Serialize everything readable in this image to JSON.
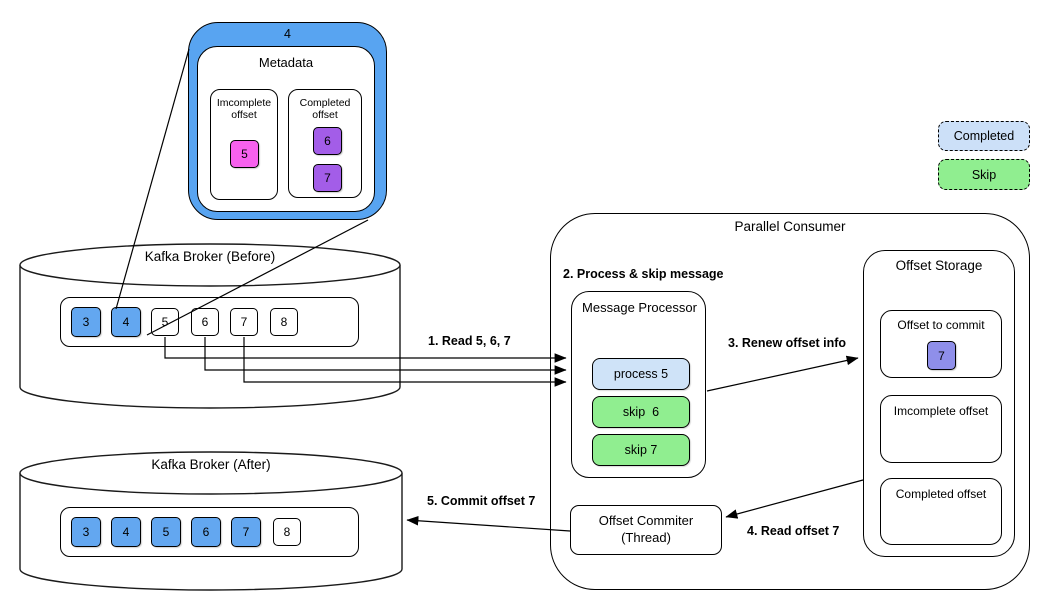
{
  "colors": {
    "callout_blue": "#58a4f1",
    "message_blue": "#63a7f0",
    "incomplete_pink": "#f761ee",
    "completed_purple": "#a35de8",
    "commit_periwinkle": "#8f8fea",
    "process_light_blue": "#cfe3f8",
    "skip_green": "#90ee90",
    "legend_completed_blue": "#cce0f8"
  },
  "metadata_callout": {
    "partition_label": "4",
    "title": "Metadata",
    "incomplete_box": {
      "title": "Imcomplete offset",
      "items": [
        "5"
      ]
    },
    "completed_box": {
      "title": "Completed offset",
      "items": [
        "6",
        "7"
      ]
    }
  },
  "broker_before": {
    "title": "Kafka Broker (Before)",
    "messages": [
      {
        "label": "3",
        "state": "completed"
      },
      {
        "label": "4",
        "state": "completed"
      },
      {
        "label": "5",
        "state": "pending"
      },
      {
        "label": "6",
        "state": "pending"
      },
      {
        "label": "7",
        "state": "pending"
      },
      {
        "label": "8",
        "state": "pending"
      }
    ]
  },
  "broker_after": {
    "title": "Kafka Broker (After)",
    "messages": [
      {
        "label": "3",
        "state": "completed"
      },
      {
        "label": "4",
        "state": "completed"
      },
      {
        "label": "5",
        "state": "completed"
      },
      {
        "label": "6",
        "state": "completed"
      },
      {
        "label": "7",
        "state": "completed"
      },
      {
        "label": "8",
        "state": "pending"
      }
    ]
  },
  "parallel_consumer": {
    "title": "Parallel Consumer",
    "message_processor": {
      "title": "Message Processor",
      "tasks": [
        {
          "label": "process 5",
          "type": "process"
        },
        {
          "label": "skip  6",
          "type": "skip"
        },
        {
          "label": "skip 7",
          "type": "skip"
        }
      ]
    },
    "offset_commiter": {
      "title": "Offset Commiter",
      "subtitle": "(Thread)"
    },
    "offset_storage": {
      "title": "Offset Storage",
      "offset_to_commit": {
        "title": "Offset to commit",
        "value": "7"
      },
      "incomplete_box": {
        "title": "Imcomplete offset"
      },
      "completed_box": {
        "title": "Completed offset"
      }
    }
  },
  "steps": {
    "read": "1. Read 5, 6, 7",
    "process": "2. Process & skip message",
    "renew": "3. Renew offset info",
    "read_offset": "4. Read offset 7",
    "commit": "5. Commit offset 7"
  },
  "legend": {
    "completed": "Completed",
    "skip": "Skip"
  }
}
